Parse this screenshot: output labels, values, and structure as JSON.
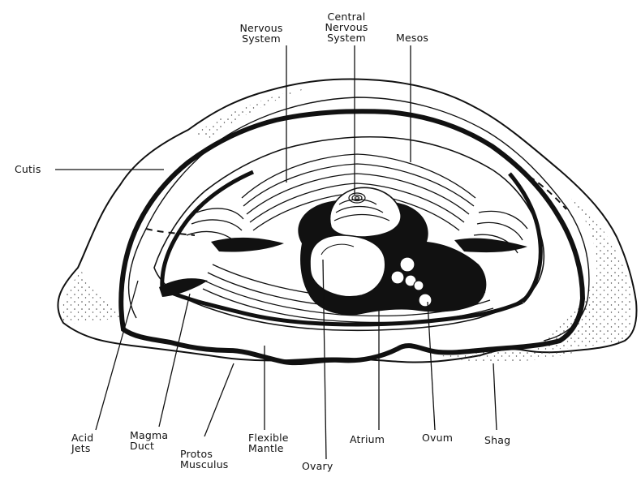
{
  "diagram": {
    "colors": {
      "ink": "#111111",
      "paper": "#ffffff",
      "stipple": "#444444"
    },
    "labels": {
      "nervous_system": [
        "Nervous",
        "System"
      ],
      "central_nervous_system": [
        "Central",
        "Nervous",
        "System"
      ],
      "mesos": "Mesos",
      "cutis": "Cutis",
      "acid_jets": [
        "Acid",
        "Jets"
      ],
      "magma_duct": [
        "Magma",
        "Duct"
      ],
      "protos_musculus": [
        "Protos",
        "Musculus"
      ],
      "flexible_mantle": [
        "Flexible",
        "Mantle"
      ],
      "ovary": "Ovary",
      "atrium": "Atrium",
      "ovum": "Ovum",
      "shag": "Shag"
    }
  }
}
